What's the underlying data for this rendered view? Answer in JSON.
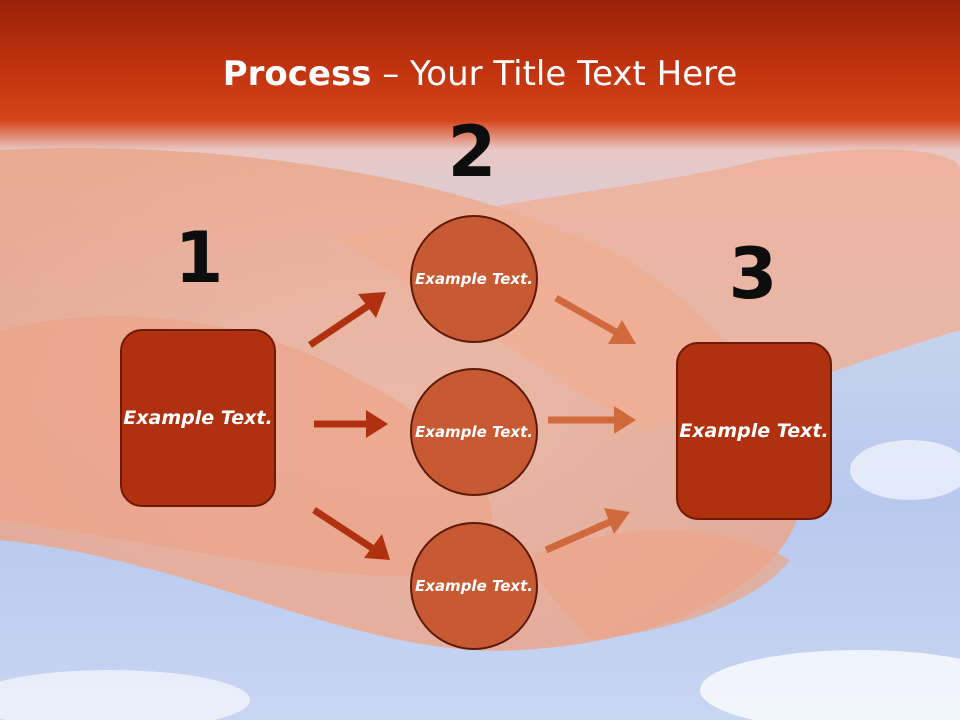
{
  "slide": {
    "title_bold": "Process",
    "title_rest": " – Your Title Text Here"
  },
  "steps": {
    "n1": "1",
    "n2": "2",
    "n3": "3"
  },
  "nodes": {
    "left_box": "Example Text.",
    "circle_top": "Example Text.",
    "circle_mid": "Example Text.",
    "circle_bottom": "Example Text.",
    "right_box": "Example Text."
  },
  "colors": {
    "title_bar": "#c0330e",
    "box_fill": "#b0310f",
    "circle_fill": "#c85a33",
    "arrow_dark": "#b0310f",
    "arrow_light": "#d06a3c"
  }
}
